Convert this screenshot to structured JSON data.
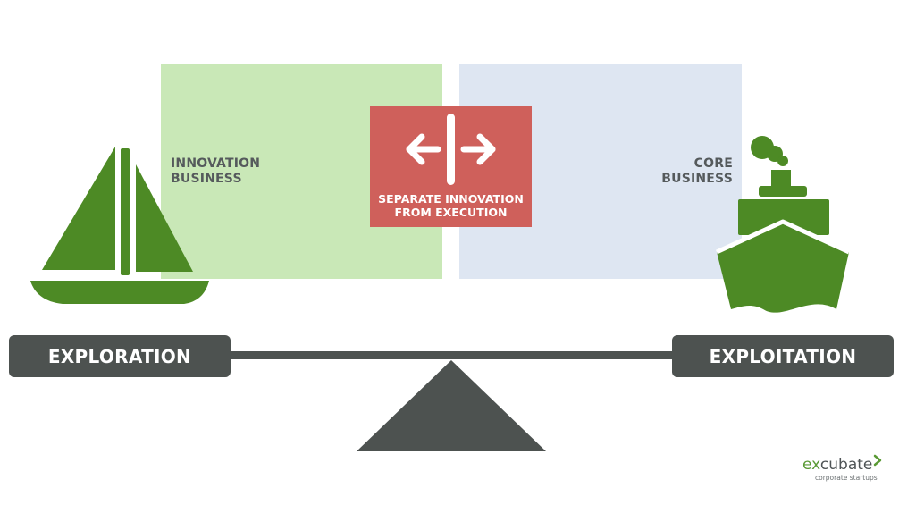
{
  "colors": {
    "innovation_panel": "#c9e8b7",
    "core_panel": "#dee6f2",
    "center_box": "#cf605b",
    "dark": "#4d5250",
    "green": "#4d8a25",
    "white": "#ffffff"
  },
  "panels": {
    "innovation": {
      "label": "INNOVATION\nBUSINESS"
    },
    "core": {
      "label": "CORE\nBUSINESS"
    }
  },
  "center": {
    "icon": "split-arrows-icon",
    "label": "SEPARATE INNOVATION\nFROM EXECUTION"
  },
  "scale": {
    "left_label": "EXPLORATION",
    "right_label": "EXPLOITATION"
  },
  "icons": {
    "left": "sailboat-icon",
    "right": "steamship-icon"
  },
  "logo": {
    "name_part1": "ex",
    "name_part2": "cubate",
    "tagline": "corporate startups"
  }
}
